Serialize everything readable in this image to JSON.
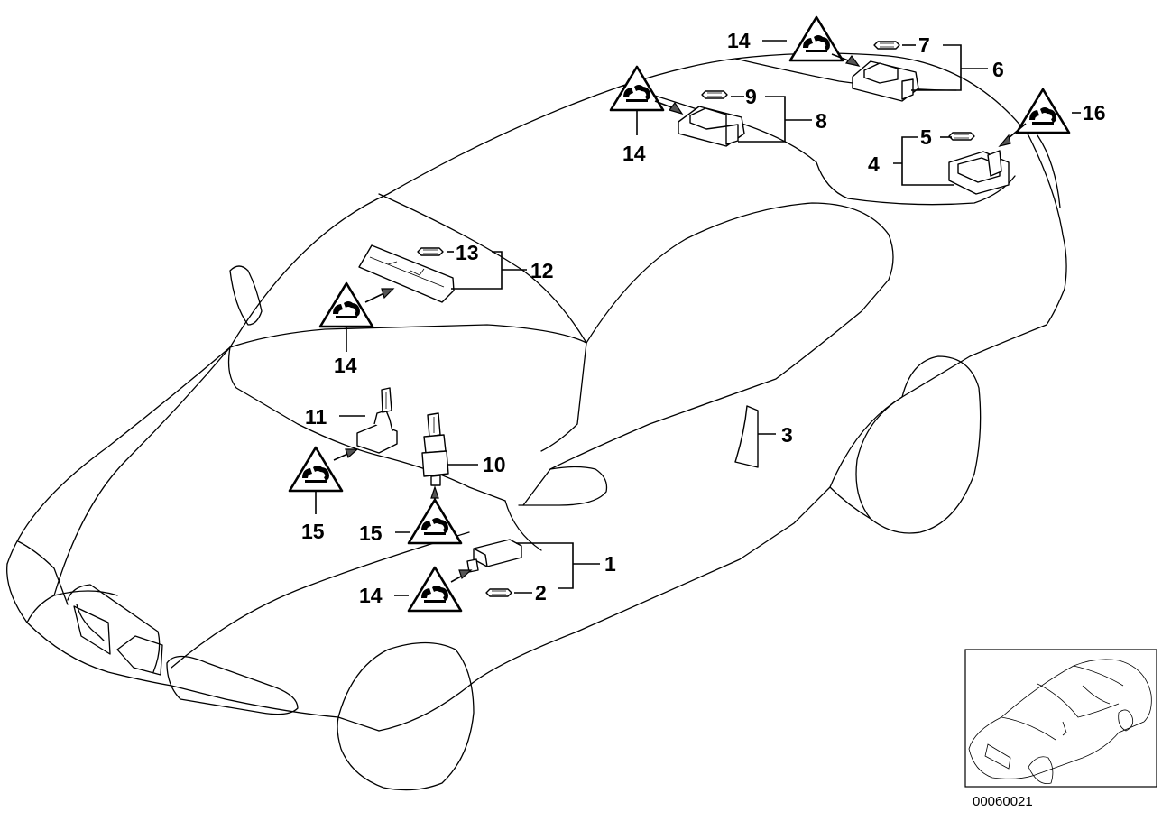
{
  "diagram": {
    "callouts": {
      "c1": "1",
      "c2": "2",
      "c3": "3",
      "c4": "4",
      "c5": "5",
      "c6": "6",
      "c7": "7",
      "c8": "8",
      "c9": "9",
      "c10": "10",
      "c11": "11",
      "c12": "12",
      "c13": "13",
      "c14a": "14",
      "c14b": "14",
      "c14c": "14",
      "c14d": "14",
      "c15a": "15",
      "c15b": "15",
      "c16": "16"
    },
    "drawing_code": "00060021"
  }
}
